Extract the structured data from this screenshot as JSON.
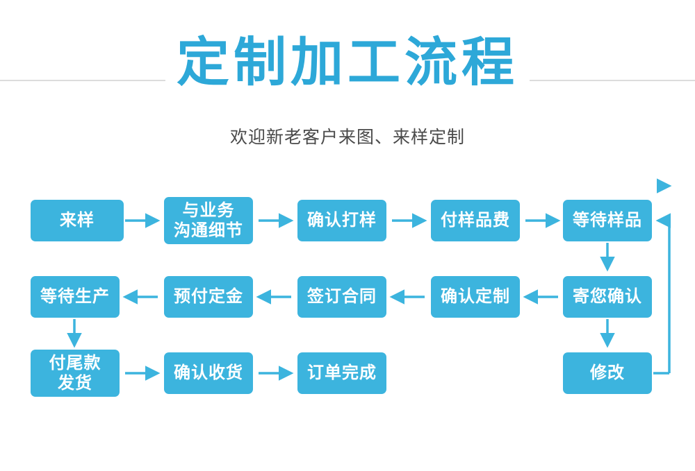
{
  "header": {
    "title": "定制加工流程",
    "subtitle": "欢迎新老客户来图、来样定制",
    "title_color": "#2da8d8",
    "rule_color": "#dcdcdc"
  },
  "flow": {
    "node_color": "#3cb4de",
    "node_text_color": "#ffffff",
    "arrow_color": "#3cb4de",
    "rows": [
      {
        "direction": "left-to-right",
        "nodes": [
          {
            "label": "来样",
            "lines": [
              "来样"
            ]
          },
          {
            "label": "与业务沟通细节",
            "lines": [
              "与业务",
              "沟通细节"
            ]
          },
          {
            "label": "确认打样",
            "lines": [
              "确认打样"
            ]
          },
          {
            "label": "付样品费",
            "lines": [
              "付样品费"
            ]
          },
          {
            "label": "等待样品",
            "lines": [
              "等待样品"
            ]
          }
        ]
      },
      {
        "direction": "right-to-left",
        "nodes": [
          {
            "label": "等待生产",
            "lines": [
              "等待生产"
            ]
          },
          {
            "label": "预付定金",
            "lines": [
              "预付定金"
            ]
          },
          {
            "label": "签订合同",
            "lines": [
              "签订合同"
            ]
          },
          {
            "label": "确认定制",
            "lines": [
              "确认定制"
            ]
          },
          {
            "label": "寄您确认",
            "lines": [
              "寄您确认"
            ]
          }
        ]
      },
      {
        "direction": "left-to-right",
        "nodes": [
          {
            "label": "付尾款发货",
            "lines": [
              "付尾款",
              "发货"
            ]
          },
          {
            "label": "确认收货",
            "lines": [
              "确认收货"
            ]
          },
          {
            "label": "订单完成",
            "lines": [
              "订单完成"
            ]
          },
          {
            "label": "修改",
            "lines": [
              "修改"
            ]
          }
        ]
      }
    ]
  }
}
